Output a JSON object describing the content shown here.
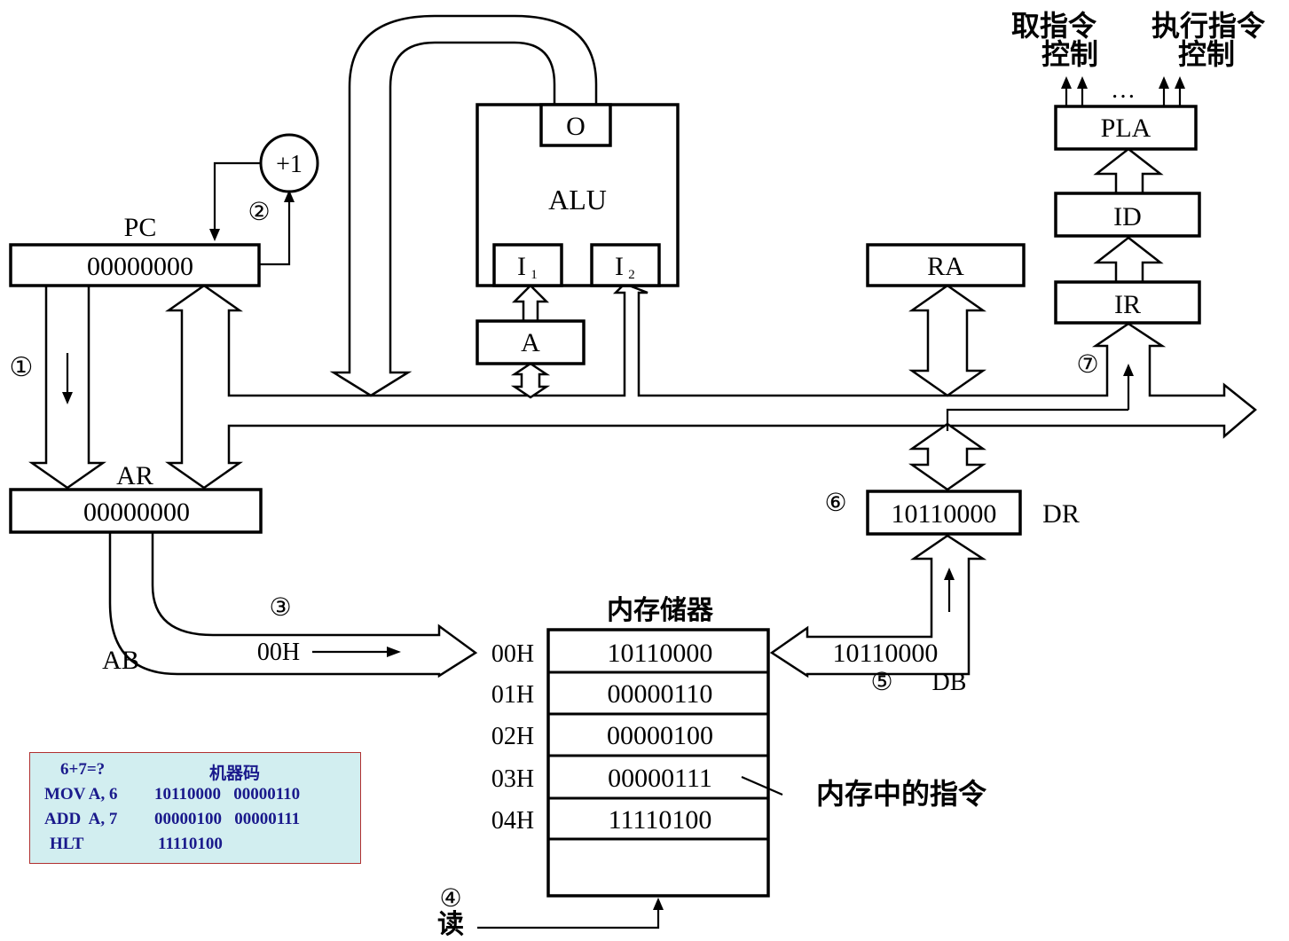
{
  "fetch_control": "取指令",
  "exec_control": "执行指令",
  "control_word": "控制",
  "ellipsis": "…",
  "pla": "PLA",
  "id": "ID",
  "ir": "IR",
  "ra": "RA",
  "alu": "ALU",
  "alu_out": "O",
  "alu_in1": "I",
  "alu_in1_sub": "1",
  "alu_in2": "I",
  "alu_in2_sub": "2",
  "reg_a": "A",
  "pc_label": "PC",
  "pc_value": "00000000",
  "plus_one": "+1",
  "ar_label": "AR",
  "ar_value": "00000000",
  "dr_label": "DR",
  "dr_value": "10110000",
  "ab_label": "AB",
  "ab_value": "00H",
  "db_label": "DB",
  "db_value": "10110000",
  "memory_title": "内存储器",
  "memory_note": "内存中的指令",
  "read_label": "读",
  "steps": [
    "①",
    "②",
    "③",
    "④",
    "⑤",
    "⑥",
    "⑦"
  ],
  "memory": [
    {
      "addr": "00H",
      "value": "10110000"
    },
    {
      "addr": "01H",
      "value": "00000110"
    },
    {
      "addr": "02H",
      "value": "00000100"
    },
    {
      "addr": "03H",
      "value": "00000111"
    },
    {
      "addr": "04H",
      "value": "11110100"
    }
  ],
  "code_table": {
    "header": {
      "left": "6+7=?",
      "right": "机器码"
    },
    "rows": [
      {
        "instr": "MOV A, 6",
        "code": "10110000   00000110"
      },
      {
        "instr": "ADD  A, 7",
        "code": "00000100   00000111"
      },
      {
        "instr": "HLT",
        "code": "11110100"
      }
    ]
  }
}
